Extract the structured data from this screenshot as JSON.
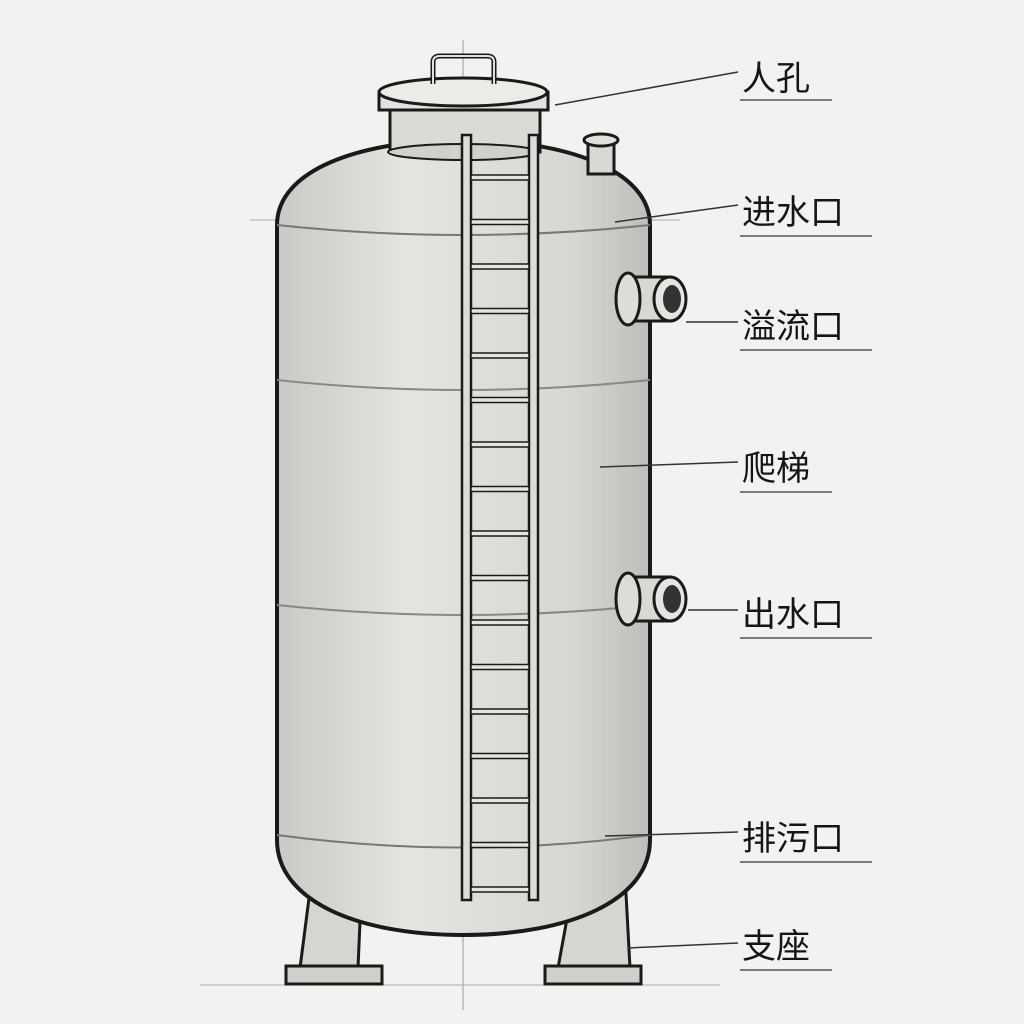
{
  "labels": {
    "manhole": "人孔",
    "inlet": "进水口",
    "overflow": "溢流口",
    "ladder": "爬梯",
    "outlet": "出水口",
    "drain": "排污口",
    "support": "支座"
  },
  "colors": {
    "background": "#f2f2f0",
    "tank": "#d9d9d6",
    "outline": "#1a1a1a"
  }
}
